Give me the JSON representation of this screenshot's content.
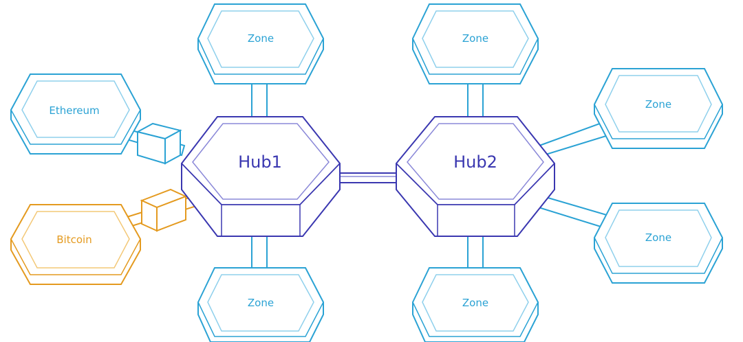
{
  "colors": {
    "zone": "#2aa2d4",
    "zone_light": "#8fd0ec",
    "hub": "#3a37b0",
    "hub_light": "#8a88d8",
    "bitcoin": "#e49a1f",
    "bitcoin_light": "#f3c877",
    "background": "#ffffff"
  },
  "nodes": {
    "hub1": {
      "label": "Hub1"
    },
    "hub2": {
      "label": "Hub2"
    },
    "ethereum": {
      "label": "Ethereum"
    },
    "bitcoin": {
      "label": "Bitcoin"
    },
    "zone_top_left": {
      "label": "Zone"
    },
    "zone_bottom_left": {
      "label": "Zone"
    },
    "zone_top_right": {
      "label": "Zone"
    },
    "zone_bottom_right": {
      "label": "Zone"
    },
    "zone_right_upper": {
      "label": "Zone"
    },
    "zone_right_lower": {
      "label": "Zone"
    }
  }
}
